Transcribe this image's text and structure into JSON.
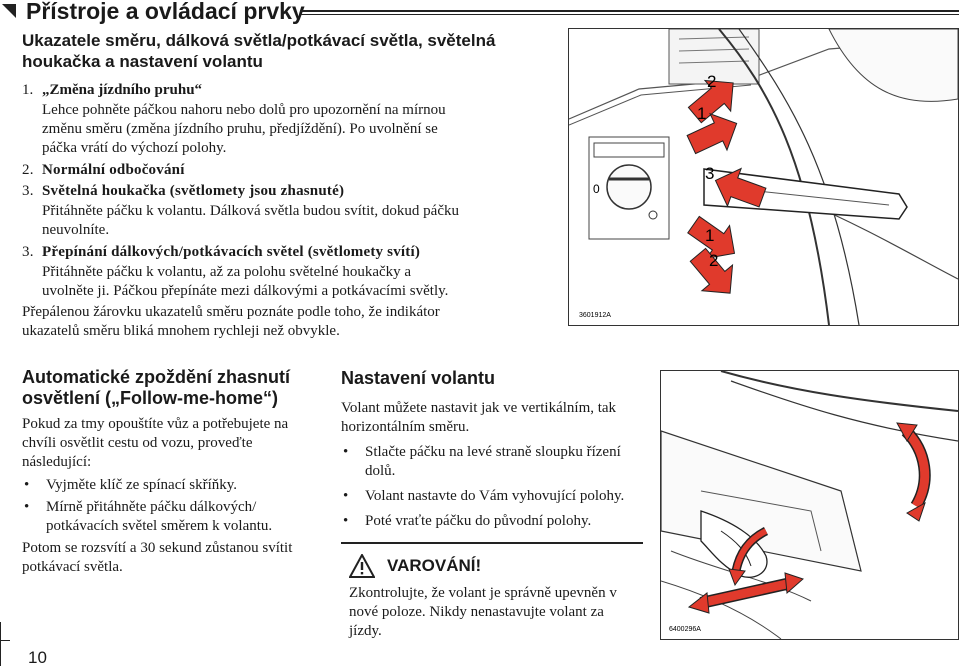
{
  "header": {
    "title": "Přístroje a ovládací prvky"
  },
  "section1": {
    "heading": "Ukazatele směru, dálková světla/potkávací světla, světelná houkačka a nastavení volantu",
    "items": [
      {
        "number": "1.",
        "title": "„Změna jízdního pruhu“",
        "body": "Lehce pohněte páčkou nahoru nebo dolů pro upozornění na mírnou změnu směru (změna jízdního pruhu, předjíždění). Po uvolnění se páčka vrátí do výchozí polohy."
      },
      {
        "number": "2.",
        "title": "Normální odbočování",
        "body": ""
      },
      {
        "number": "3.",
        "title": "Světelná houkačka (světlomety jsou zhasnuté)",
        "body": "Přitáhněte páčku k volantu. Dálková světla budou svítit, dokud páčku neuvolníte."
      },
      {
        "number": "3.",
        "title": "Přepínání dálkových/potkávacích světel (světlomety svítí)",
        "body": "Přitáhněte páčku k volantu, až za polohu světelné houkačky a uvolněte ji. Páčkou přepínáte mezi dálkovými a potkávacími světly."
      }
    ],
    "note": "Přepálenou žárovku ukazatelů směru poznáte podle toho, že indikátor ukazatelů směru bliká mnohem rychleji než obvykle."
  },
  "section2": {
    "heading": "Automatické zpoždění zhasnutí osvětlení („Follow-me-home“)",
    "intro": "Pokud za tmy opouštíte vůz a potřebujete na chvíli osvětlit cestu od vozu, proveďte následující:",
    "bullets": [
      "Vyjměte klíč ze spínací skříňky.",
      "Mírně přitáhněte páčku dálkových/ potkávacích světel směrem k volantu."
    ],
    "outro": "Potom se rozsvítí a 30 sekund zůstanou svítit potkávací světla."
  },
  "section3": {
    "heading": "Nastavení volantu",
    "intro": "Volant můžete nastavit jak ve vertikálním, tak horizontálním směru.",
    "bullets": [
      "Stlačte páčku na levé straně sloupku řízení dolů.",
      "Volant nastavte do Vám vyhovující polohy.",
      "Poté vraťte páčku do původní polohy."
    ]
  },
  "warning": {
    "title": "VAROVÁNÍ!",
    "body": "Zkontrolujte, že volant je správně upevněn v nové poloze. Nikdy nenastavujte volant za jízdy."
  },
  "figure1": {
    "code": "3601912A",
    "labels": [
      "2",
      "1",
      "3",
      "1",
      "2"
    ],
    "dial_label": "0"
  },
  "figure2": {
    "code": "6400296A"
  },
  "footer": {
    "page_number": "10"
  },
  "colors": {
    "arrow_red": "#e03a2c",
    "text": "#1a1a1a"
  }
}
